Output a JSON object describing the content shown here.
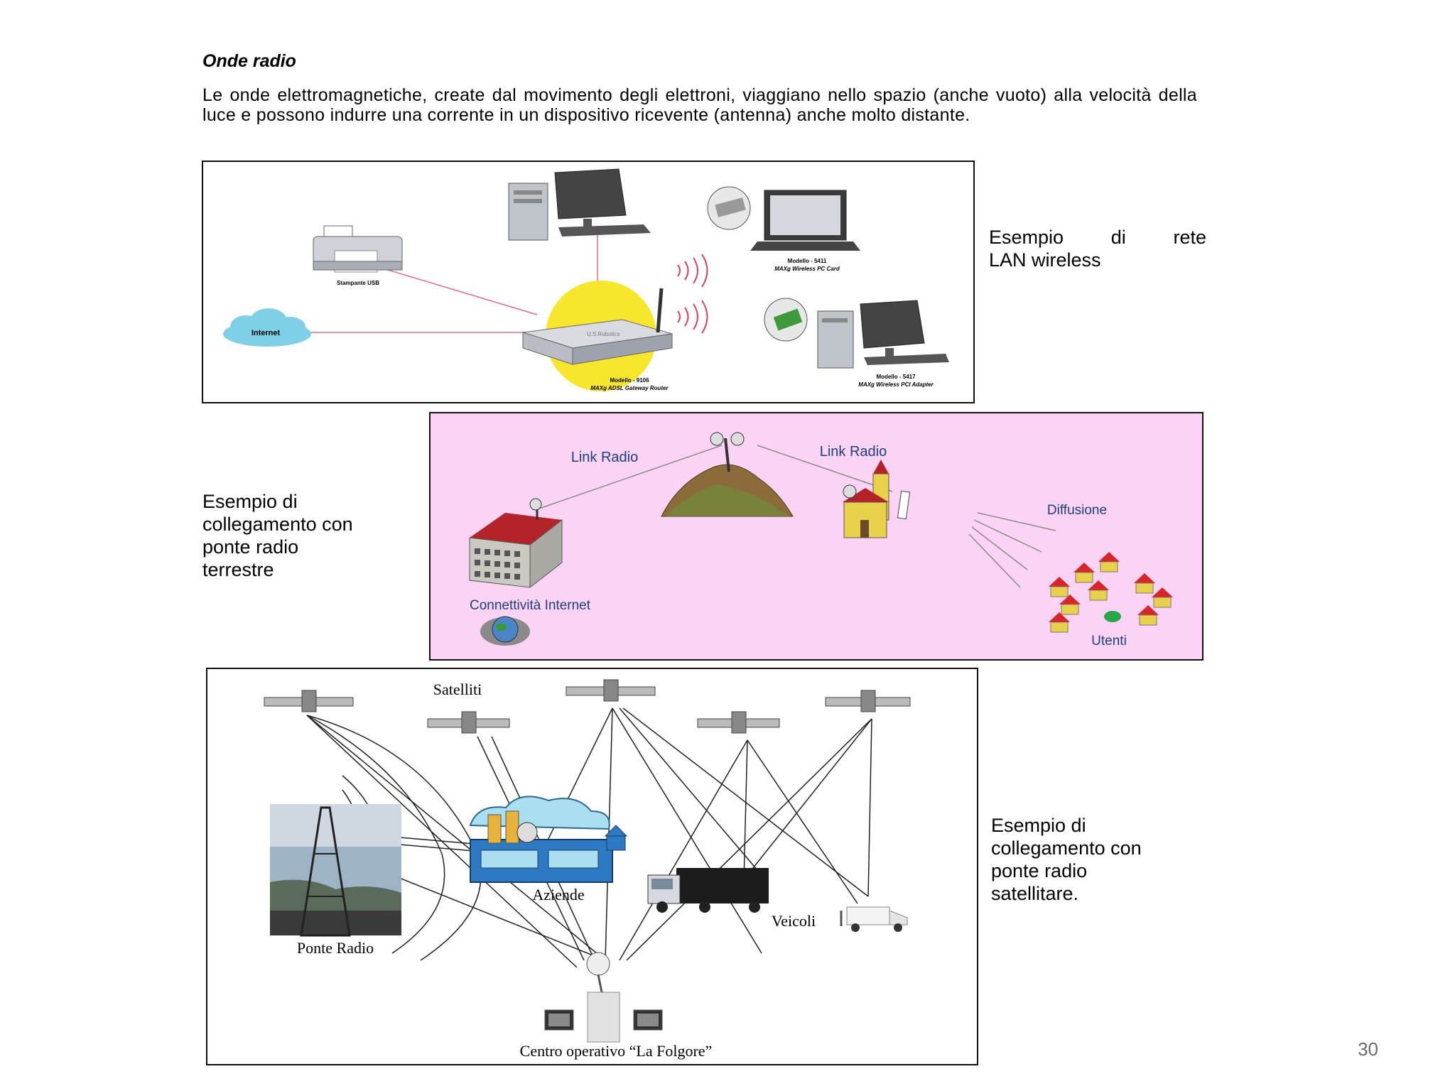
{
  "title": "Onde radio",
  "intro": "Le onde elettromagnetiche, create dal movimento degli elettroni, viaggiano nello spazio (anche vuoto) alla velocità della luce e possono indurre una corrente in un dispositivo ricevente (antenna) anche molto distante.",
  "lan": {
    "caption_line1": "Esempio di rete",
    "caption_line2": "LAN wireless",
    "printer_label": "Stampante USB",
    "internet_label": "Internet",
    "laptop_label1": "Modello - 5411",
    "laptop_label2": "MAXg Wireless PC Card",
    "router_label1": "Modello - 9106",
    "router_label2": "MAXg ADSL Gateway Router",
    "pci_label1": "Modello - 5417",
    "pci_label2": "MAXg Wireless PCI Adapter"
  },
  "terrestrial": {
    "caption": [
      "Esempio di",
      "collegamento con",
      "ponte radio",
      "terrestre"
    ],
    "link_left": "Link Radio",
    "link_right": "Link Radio",
    "diffusion": "Diffusione",
    "internet": "Connettività Internet",
    "users": "Utenti"
  },
  "satellite": {
    "caption": [
      "Esempio di",
      "collegamento con",
      "ponte radio",
      "satellitare."
    ],
    "satellites": "Satelliti",
    "radio_bridge": "Ponte Radio",
    "companies": "Aziende",
    "vehicles": "Veicoli",
    "ops_center": "Centro operativo “La Folgore”"
  },
  "page_number": "30",
  "colors": {
    "pink_panel": "#fbd3f5",
    "link_line": "#e06b8a",
    "router_sun": "#f7e62b",
    "cloud": "#7fd0e6"
  }
}
